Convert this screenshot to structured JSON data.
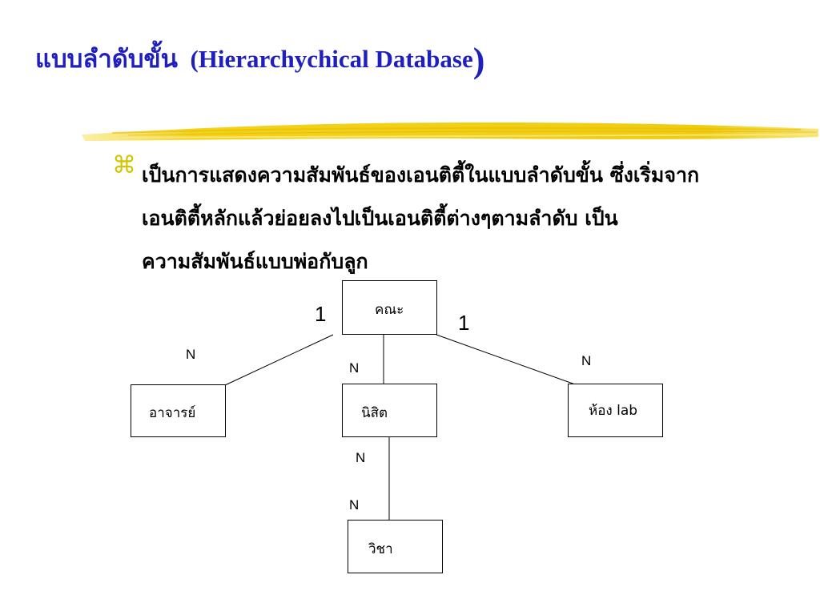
{
  "title": {
    "thai": "แบบลำดับขั้น",
    "english": "(Hierarchychical Database",
    "close_paren": ")"
  },
  "bullet": {
    "icon": "command-key-icon",
    "icon_glyph": "⌘",
    "lines": [
      "เป็นการแสดงความสัมพันธ์ของเอนติตี้ในแบบลำดับขั้น ซึ่งเริ่มจาก",
      "เอนติตี้หลักแล้วย่อยลงไปเป็นเอนติตี้ต่างๆตามลำดับ เป็น",
      "ความสัมพันธ์แบบพ่อกับลูก"
    ]
  },
  "colors": {
    "title": "#1f1fbf",
    "bullet_icon": "#d3c400",
    "highlight": "#f2d21a"
  },
  "diagram": {
    "nodes": {
      "faculty": "คณะ",
      "teacher": "อาจารย์",
      "student": "นิสิต",
      "lab": "ห้อง lab",
      "subject": "วิชา"
    },
    "cardinalities": {
      "faculty_left": "1",
      "faculty_right": "1",
      "teacher": "N",
      "student_top": "N",
      "lab": "N",
      "student_bottom": "N",
      "subject": "N"
    }
  }
}
